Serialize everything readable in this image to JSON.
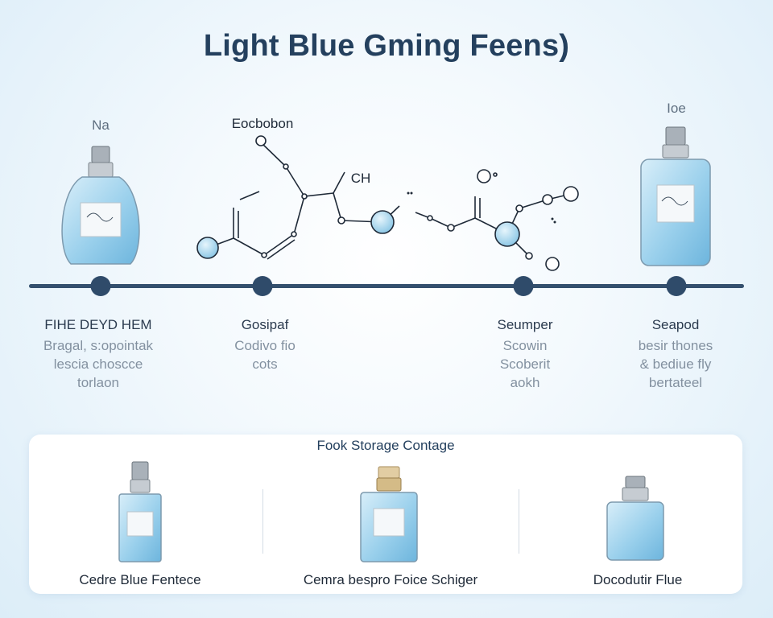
{
  "title": "Light Blue Gming Feens)",
  "top_labels": {
    "left": "Na",
    "molecule": "Eocbobon",
    "ch": "CH",
    "right": "Ioe"
  },
  "stages": [
    {
      "title": "FIHE DEYD HEM",
      "lines": [
        "Bragal, s:opointak",
        "lescia choscce",
        "torlaon"
      ]
    },
    {
      "title": "Gosipaf",
      "lines": [
        "Codivo fio",
        "cots"
      ]
    },
    {
      "title": "Seumper",
      "lines": [
        "Scowin",
        "Scoberit",
        "aokh"
      ]
    },
    {
      "title": "Seapod",
      "lines": [
        "besir thones",
        "& bediue fly",
        "bertateel"
      ]
    }
  ],
  "storage": {
    "title": "Fook Storage Contage",
    "products": [
      {
        "label": "Cedre Blue Fentece"
      },
      {
        "label": "Cemra bespro Foice Schiger"
      },
      {
        "label": "Docodutir Flue"
      }
    ]
  },
  "colors": {
    "timeline": "#34506e",
    "bottle_blue": "#8ec8e6",
    "heading": "#24405e"
  }
}
